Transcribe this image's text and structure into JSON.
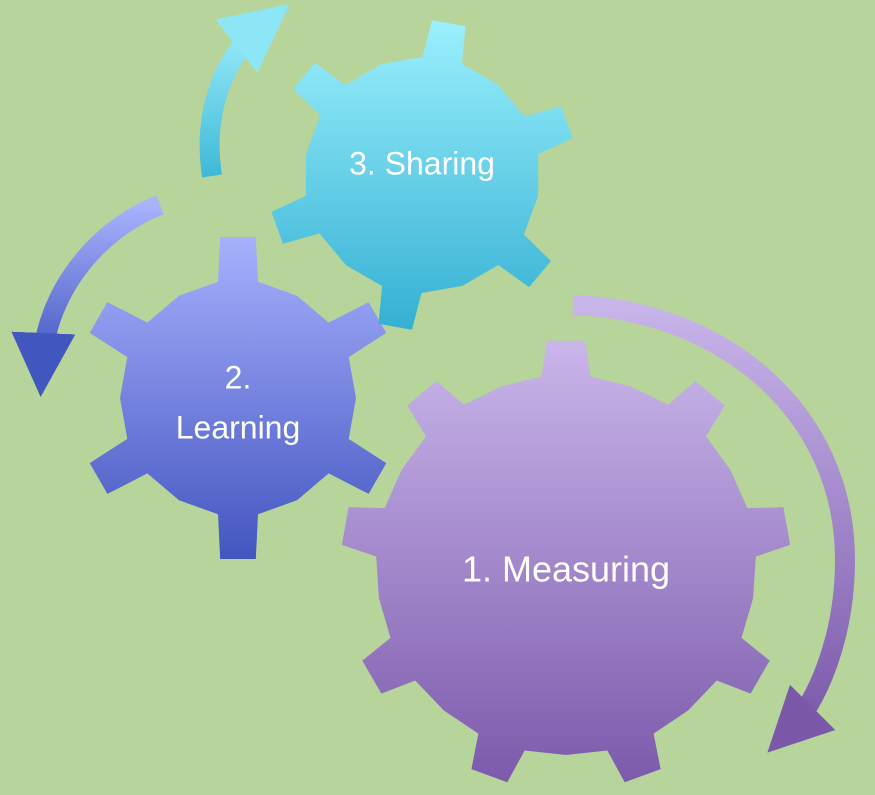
{
  "diagram": {
    "gears": [
      {
        "id": "measuring",
        "label_lines": [
          "1. Measuring"
        ],
        "color_top": "#c7b3e8",
        "color_bottom": "#7e5cae"
      },
      {
        "id": "learning",
        "label_lines": [
          "2.",
          "Learning"
        ],
        "color_top": "#a2aefc",
        "color_bottom": "#4457c2"
      },
      {
        "id": "sharing",
        "label_lines": [
          "3. Sharing"
        ],
        "color_top": "#96ecfc",
        "color_bottom": "#36b4d6"
      }
    ],
    "background_color": "#b7d49a"
  }
}
